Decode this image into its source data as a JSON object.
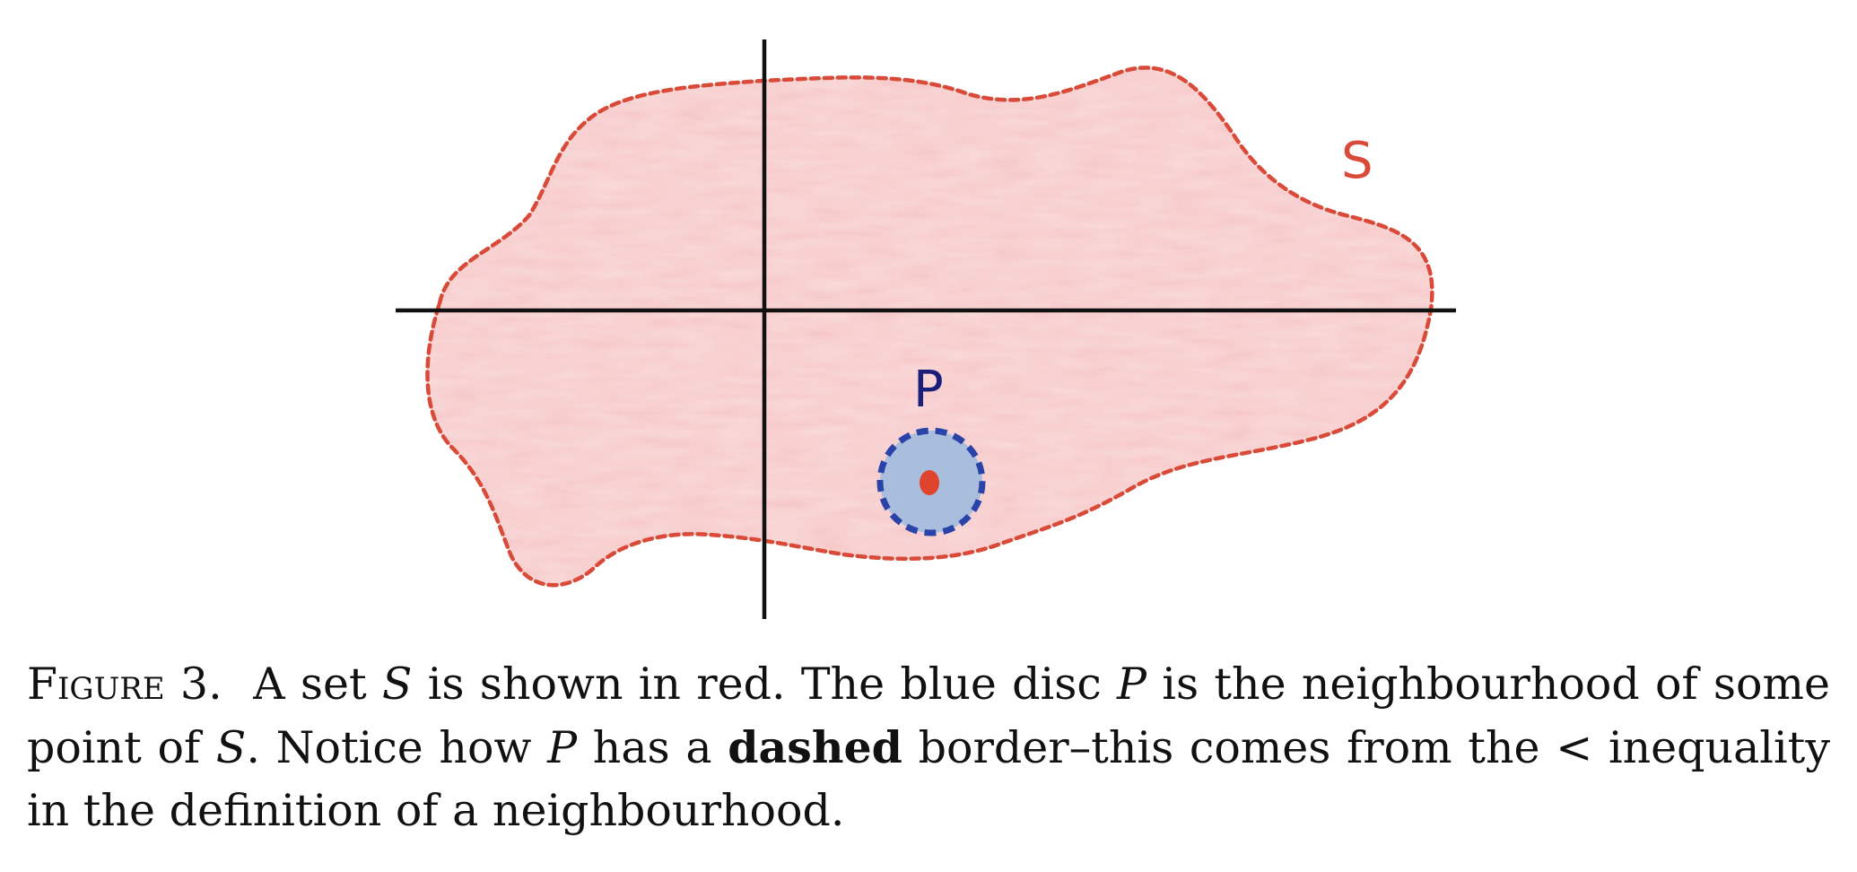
{
  "figure": {
    "set_label": "S",
    "disc_label": "P",
    "colors": {
      "set_fill": "#f7c6c6",
      "set_border": "#d94a38",
      "disc_fill": "#a9bedc",
      "disc_border": "#2a43a8",
      "disc_label": "#1c1f7a",
      "point": "#e0442e",
      "axes": "#111111"
    }
  },
  "caption": {
    "figure_word": "Figure",
    "figure_number": "3.",
    "t1": "A set",
    "s1": "S",
    "t2": "is shown in red. The blue disc",
    "p1": "P",
    "t3": "is the neighbourhood of some point of",
    "s2": "S",
    "t4": ". Notice how",
    "p2": "P",
    "t5": "has a",
    "bold": "dashed",
    "t6": "border–this comes from the <",
    "t7": "inequality in the definition of a neighbourhood."
  }
}
